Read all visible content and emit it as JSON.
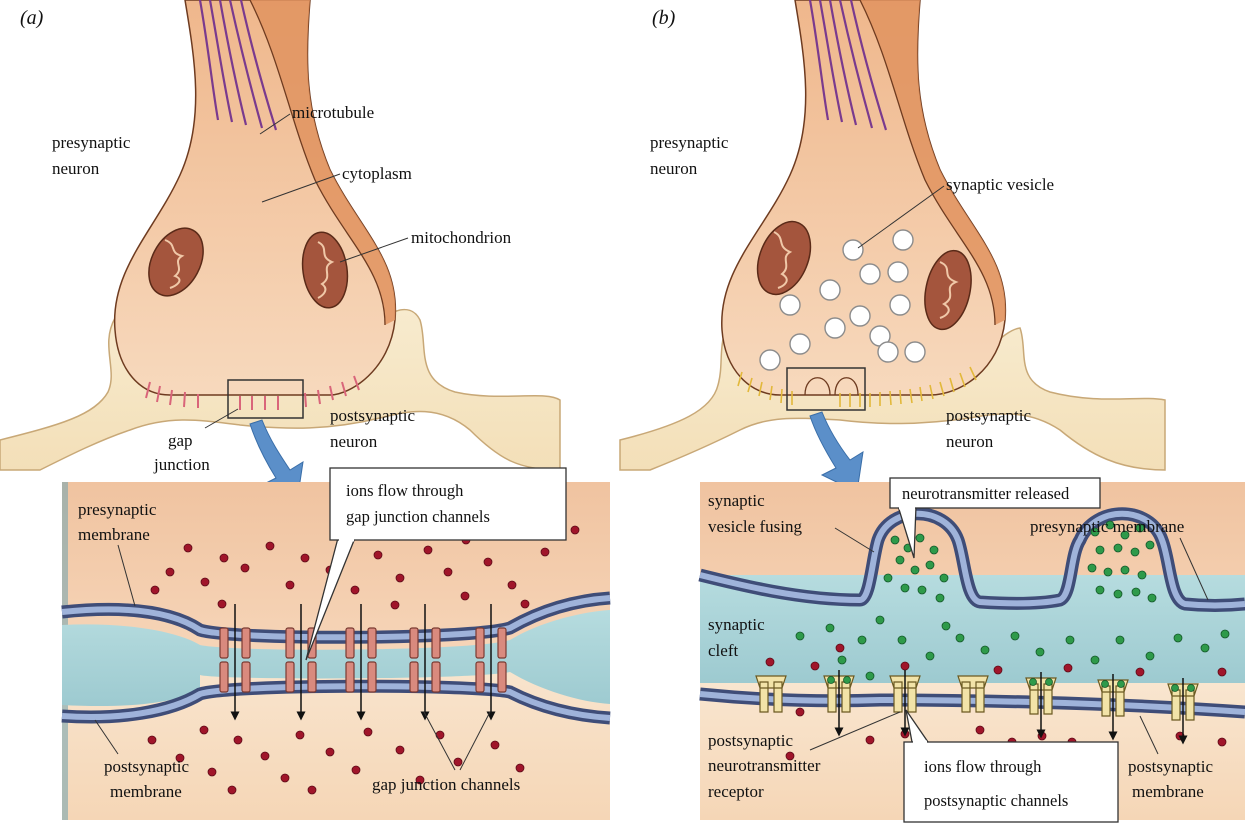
{
  "panels": {
    "a": {
      "letter": "(a)",
      "labels": {
        "presynaptic_neuron_1": "presynaptic",
        "presynaptic_neuron_2": "neuron",
        "microtubule": "microtubule",
        "cytoplasm": "cytoplasm",
        "mitochondrion": "mitochondrion",
        "postsynaptic_neuron_1": "postsynaptic",
        "postsynaptic_neuron_2": "neuron",
        "gap_junction_1": "gap",
        "gap_junction_2": "junction",
        "presynaptic_membrane_1": "presynaptic",
        "presynaptic_membrane_2": "membrane",
        "postsynaptic_membrane_1": "postsynaptic",
        "postsynaptic_membrane_2": "membrane",
        "gap_junction_channels": "gap junction channels"
      },
      "callout": {
        "line1": "ions flow through",
        "line2": "gap junction channels"
      }
    },
    "b": {
      "letter": "(b)",
      "labels": {
        "presynaptic_neuron_1": "presynaptic",
        "presynaptic_neuron_2": "neuron",
        "synaptic_vesicle": "synaptic vesicle",
        "postsynaptic_neuron_1": "postsynaptic",
        "postsynaptic_neuron_2": "neuron",
        "vesicle_fusing_1": "synaptic",
        "vesicle_fusing_2": "vesicle fusing",
        "presynaptic_membrane": "presynaptic membrane",
        "synaptic_cleft_1": "synaptic",
        "synaptic_cleft_2": "cleft",
        "receptor_1": "postsynaptic",
        "receptor_2": "neurotransmitter",
        "receptor_3": "receptor",
        "postsynaptic_membrane_1": "postsynaptic",
        "postsynaptic_membrane_2": "membrane"
      },
      "callout_top": "neurotransmitter released",
      "callout_bottom": {
        "line1": "ions flow through",
        "line2": "postsynaptic channels"
      }
    }
  },
  "colors": {
    "cytoplasm": "#f3c9a6",
    "axon": "#e1935f",
    "microtubule": "#7a3a8e",
    "mitochondrion": "#a4553d",
    "postsynaptic": "#f6e7c6",
    "membrane": "#5a6e9c",
    "cleft": "#a9d2d6",
    "ion": "#a0152a",
    "neurotransmitter": "#2e9a4a",
    "channel": "#d98a7e",
    "receptor": "#f2e3a8",
    "arrow": "#5b8fc9"
  }
}
